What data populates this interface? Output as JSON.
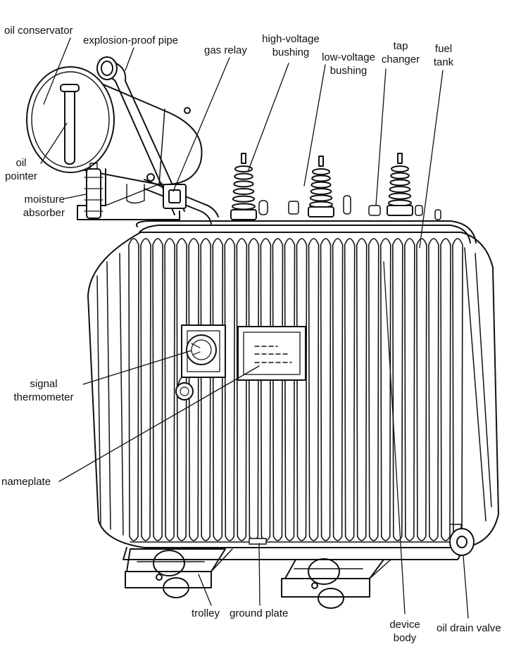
{
  "diagram": {
    "labels": {
      "oil_conservator": "oil conservator",
      "explosion_proof_pipe": "explosion-proof pipe",
      "gas_relay": "gas relay",
      "high_voltage_bushing": [
        "high-voltage",
        "bushing"
      ],
      "low_voltage_bushing": [
        "low-voltage",
        "bushing"
      ],
      "tap_changer": [
        "tap",
        "changer"
      ],
      "fuel_tank": [
        "fuel",
        "tank"
      ],
      "oil_pointer": [
        "oil",
        "pointer"
      ],
      "moisture_absorber": [
        "moisture",
        "absorber"
      ],
      "signal_thermometer": [
        "signal",
        "thermometer"
      ],
      "nameplate": "nameplate",
      "trolley": "trolley",
      "ground_plate": "ground plate",
      "device_body": [
        "device",
        "body"
      ],
      "oil_drain_valve": "oil drain valve"
    },
    "line_color": "#111111",
    "background": "#ffffff"
  }
}
